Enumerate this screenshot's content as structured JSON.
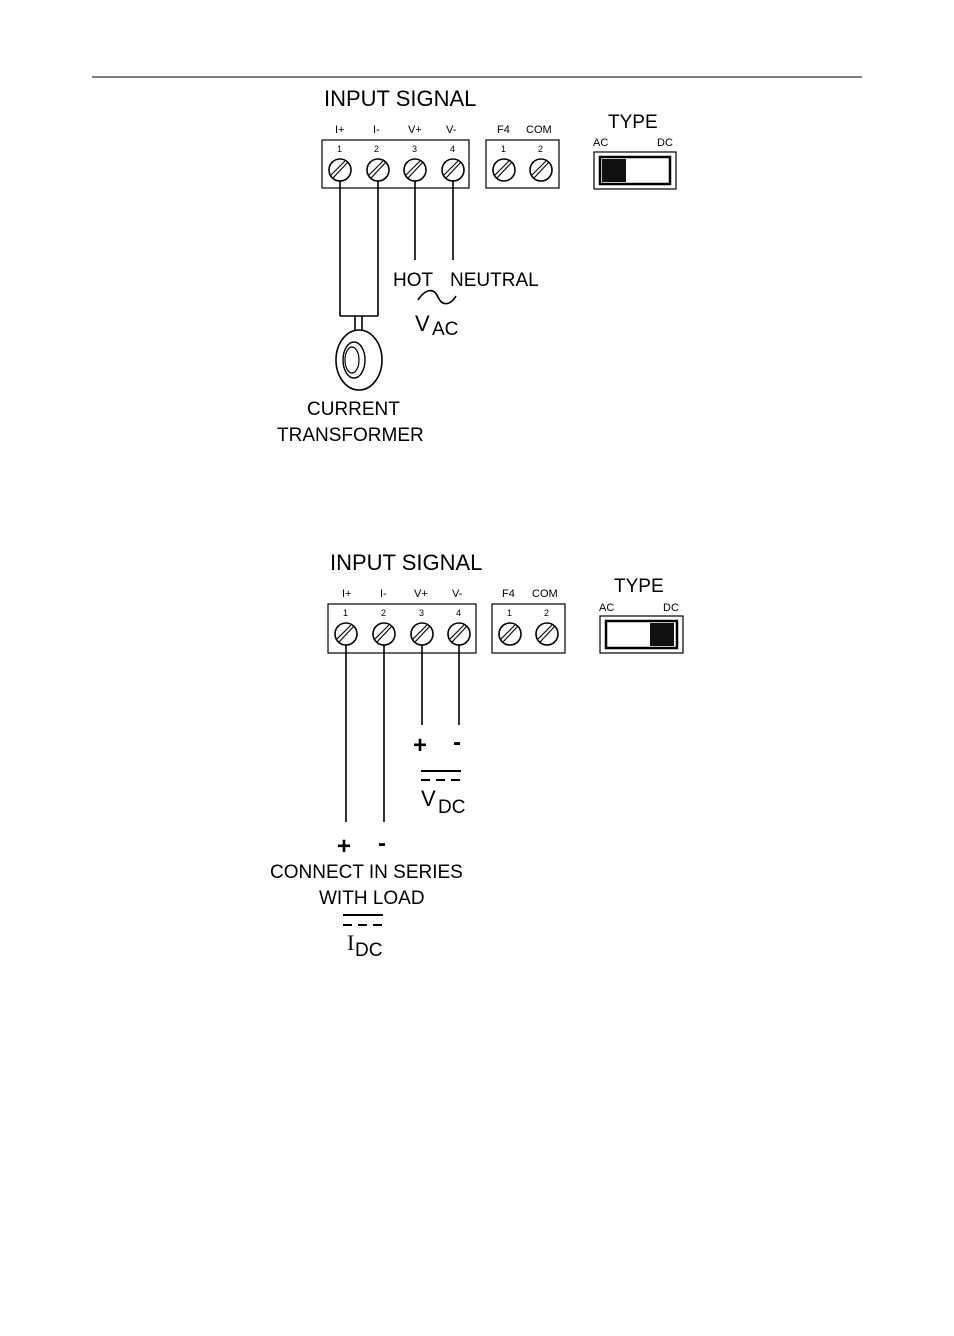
{
  "diagram_ac": {
    "title": "INPUT SIGNAL",
    "terminals": [
      "I+",
      "I-",
      "V+",
      "V-"
    ],
    "terminal_numbers": [
      "1",
      "2",
      "3",
      "4"
    ],
    "aux_terminals": [
      "F4",
      "COM"
    ],
    "aux_numbers": [
      "1",
      "2"
    ],
    "type_label": "TYPE",
    "switch_left": "AC",
    "switch_right": "DC",
    "switch_position": "AC",
    "hot_label": "HOT",
    "neutral_label": "NEUTRAL",
    "v_symbol": "V",
    "v_sub": "AC",
    "ct_line1": "CURRENT",
    "ct_line2": "TRANSFORMER"
  },
  "diagram_dc": {
    "title": "INPUT SIGNAL",
    "terminals": [
      "I+",
      "I-",
      "V+",
      "V-"
    ],
    "terminal_numbers": [
      "1",
      "2",
      "3",
      "4"
    ],
    "aux_terminals": [
      "F4",
      "COM"
    ],
    "aux_numbers": [
      "1",
      "2"
    ],
    "type_label": "TYPE",
    "switch_left": "AC",
    "switch_right": "DC",
    "switch_position": "DC",
    "v_plus": "+",
    "v_minus": "-",
    "v_symbol": "V",
    "v_sub": "DC",
    "i_plus": "+",
    "i_minus": "-",
    "series_line1": "CONNECT IN SERIES",
    "series_line2": "WITH LOAD",
    "i_symbol": "I",
    "i_sub": "DC"
  }
}
